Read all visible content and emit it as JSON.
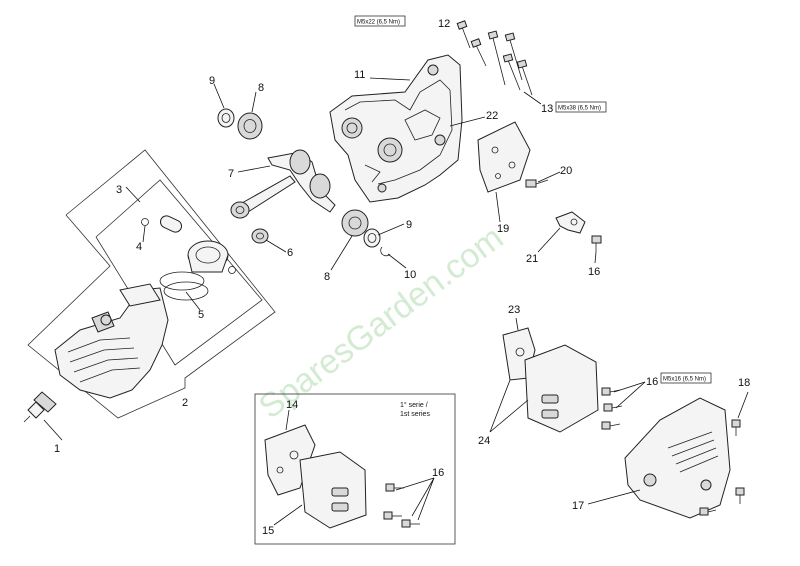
{
  "diagram": {
    "callouts": {
      "c1": "1",
      "c2": "2",
      "c3": "3",
      "c4": "4",
      "c5": "5",
      "c6": "6",
      "c7": "7",
      "c8a": "8",
      "c8b": "8",
      "c9a": "9",
      "c9b": "9",
      "c10": "10",
      "c11": "11",
      "c12": "12",
      "c13": "13",
      "c14": "14",
      "c15": "15",
      "c16a": "16",
      "c16b": "16",
      "c16c": "16",
      "c17": "17",
      "c18": "18",
      "c19": "19",
      "c20": "20",
      "c21": "21",
      "c22": "22",
      "c23": "23",
      "c24": "24"
    },
    "torque_specs": {
      "m5x22": "M5x22 (6,5 Nm)",
      "m5x38": "M5x38 (6,5 Nm)",
      "m5x16": "M5x16 (6,5 Nm)"
    },
    "series_note": {
      "line1": "1° serie /",
      "line2": "1st series"
    },
    "watermark": "SparesGarden.com"
  },
  "colors": {
    "line": "#222222",
    "fill": "#f4f4f4",
    "shade": "#d9d9d9",
    "watermark": "#9ed39e"
  }
}
